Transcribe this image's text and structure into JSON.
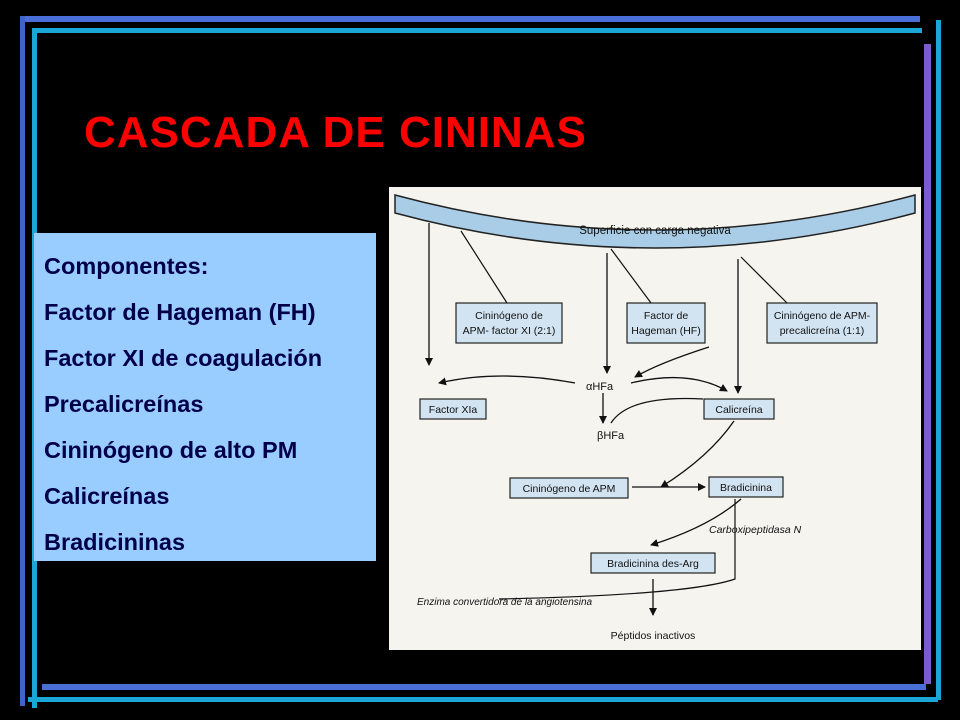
{
  "slide": {
    "title": "CASCADA DE CININAS",
    "components": [
      "Componentes:",
      "Factor de Hageman (FH)",
      "Factor XI de coagulación",
      "Precalicreínas",
      "Cininógeno de alto PM",
      "Calicreínas",
      "Bradicininas"
    ]
  },
  "diagram": {
    "surface": "Superficie con carga negativa",
    "box_apm_xi": [
      "Cininógeno de",
      "APM- factor XI (2:1)"
    ],
    "box_hf": [
      "Factor de",
      "Hageman (HF)"
    ],
    "box_apm_pk": [
      "Cininógeno de APM-",
      "precalicreína (1:1)"
    ],
    "alpha": "αHFa",
    "beta": "βHFa",
    "factor_xia": "Factor XIa",
    "calicreina": "Calicreína",
    "cininogeno_apm": "Cininógeno de APM",
    "bradicinina": "Bradicinina",
    "carboxipeptidasa": "Carboxipeptidasa N",
    "bradicinina_des_arg": "Bradicinina des-Arg",
    "enzima": "Enzima convertidora de la angiotensina",
    "peptidos": "Péptidos inactivos"
  },
  "colors": {
    "title": "#ff0000",
    "panel_bg": "#99ccff",
    "panel_text": "#00004a",
    "surface_fill": "#a9cde6",
    "box_fill": "#d2e4f2"
  }
}
